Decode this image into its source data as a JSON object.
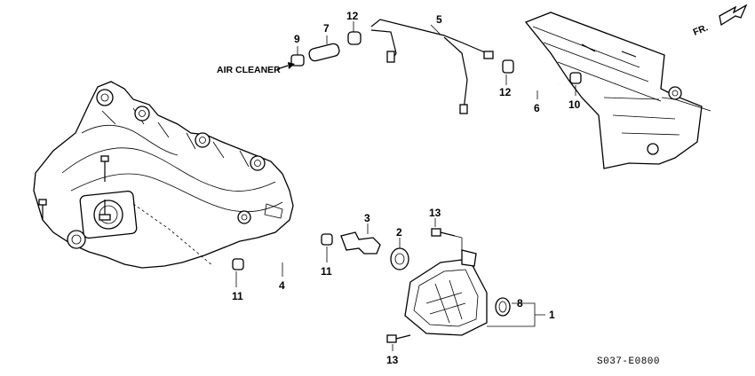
{
  "diagram": {
    "direction_label": "FR.",
    "air_cleaner_label": "AIR CLEANER",
    "diagram_code": "S037-E0800",
    "callouts": {
      "c1": "1",
      "c2": "2",
      "c3": "3",
      "c4": "4",
      "c5": "5",
      "c6": "6",
      "c7": "7",
      "c8": "8",
      "c9": "9",
      "c10": "10",
      "c11a": "11",
      "c11b": "11",
      "c12a": "12",
      "c12b": "12",
      "c13a": "13",
      "c13b": "13"
    }
  }
}
